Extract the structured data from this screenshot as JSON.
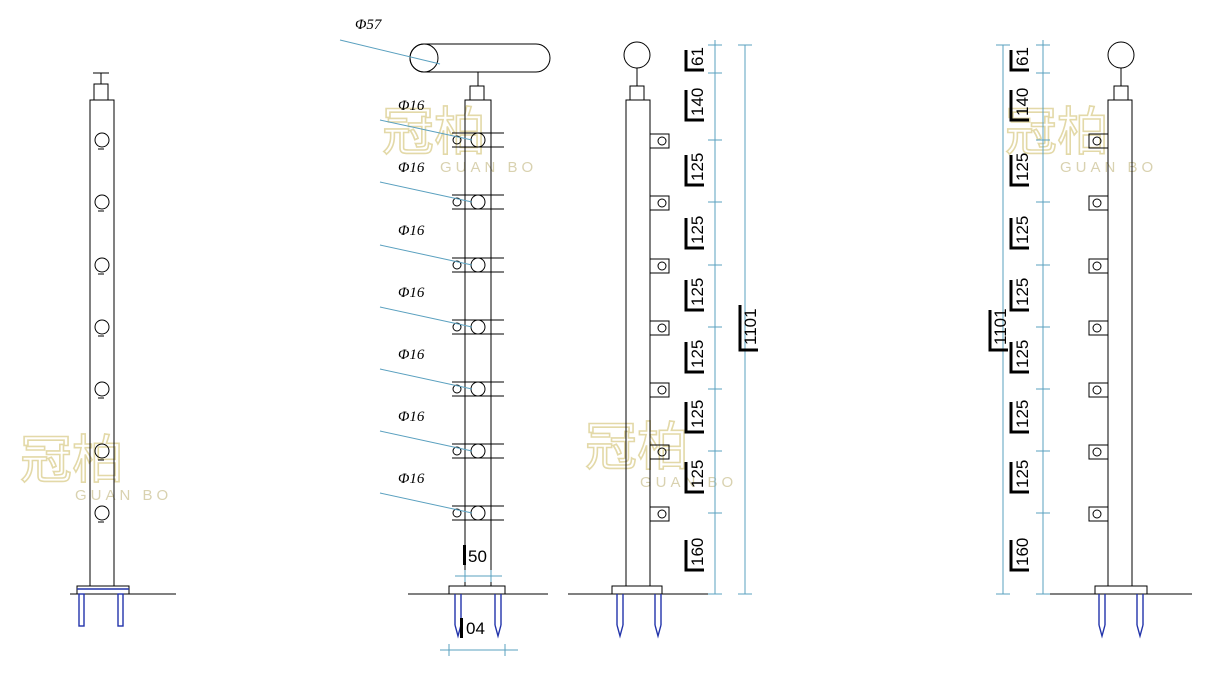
{
  "watermark": {
    "chinese": "冠柏",
    "english": "GUAN BO",
    "color": "#e3d9a8"
  },
  "labels": {
    "handrail_diameter": "Φ57",
    "rod_diameter": "Φ16",
    "post_width": "50",
    "base_width": "04"
  },
  "dimensions": {
    "top_segment": "61",
    "second_segment": "140",
    "spacing": "125",
    "bottom_segment": "160",
    "total_height": "1101"
  },
  "colors": {
    "dimension_line": "#5aa0bf",
    "anchor_bolt": "#2233aa",
    "outline": "#000000"
  }
}
